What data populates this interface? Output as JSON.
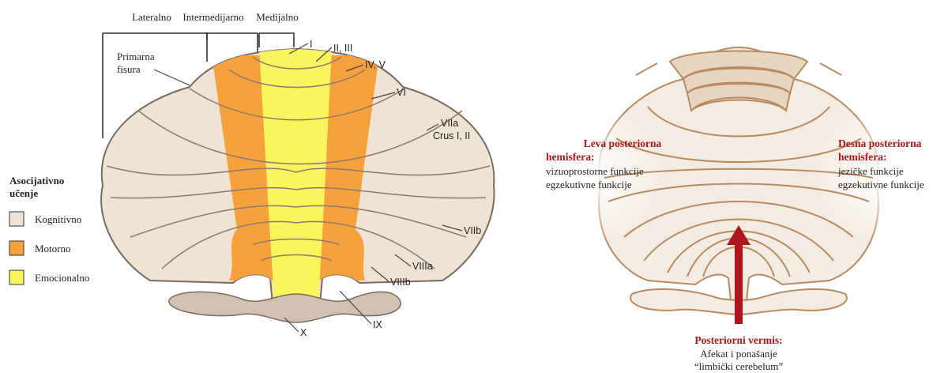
{
  "left_diagram": {
    "top_headers": {
      "lateral": "Lateralno",
      "intermediate": "Intermedijarno",
      "medial": "Medijalno"
    },
    "primary_fissure": [
      "Primarna",
      "fisura"
    ],
    "lobule_labels": {
      "I": "I",
      "II_III": "II, III",
      "IV_V": "IV, V",
      "VI": "VI",
      "VIIa": "VIIa",
      "crus": "Crus I, II",
      "VIIb": "VIIb",
      "VIIIa": "VIIIa",
      "VIIIb": "VIIIb",
      "IX": "IX",
      "X": "X"
    },
    "legend": {
      "title": [
        "Asocijativno",
        "učenje"
      ],
      "items": [
        {
          "label": "Kognitivno",
          "color": "#efe3d3"
        },
        {
          "label": "Motorno",
          "color": "#f7a13c"
        },
        {
          "label": "Emocionalno",
          "color": "#fbf55d"
        }
      ]
    },
    "colors": {
      "outline": "#7a6a5e",
      "cognitive": "#efe3d3",
      "motor": "#f7a13c",
      "emotional": "#fbf55d",
      "nodulus": "#d2c1b1"
    }
  },
  "right_diagram": {
    "left_hemisphere": {
      "title": [
        "Leva posteriorna",
        "hemisfera:"
      ],
      "lines": [
        "vizuoprostorne funkcije",
        "egzekutivne funkcije"
      ]
    },
    "right_hemisphere": {
      "title": [
        "Desna posteriorna",
        "hemisfera:"
      ],
      "lines": [
        "jezičke funkcije",
        "egzekutivne funkcije"
      ]
    },
    "vermis": {
      "title": "Posteriorni vermis:",
      "lines": [
        "Afekat i ponašanje",
        "“limbički cerebelum”"
      ]
    },
    "colors": {
      "outline": "#b98a5e",
      "fill": "#f4ece2",
      "anterior_fill": "#e8d5bf",
      "arrow": "#b0151b",
      "label_red": "#b0151b"
    }
  }
}
